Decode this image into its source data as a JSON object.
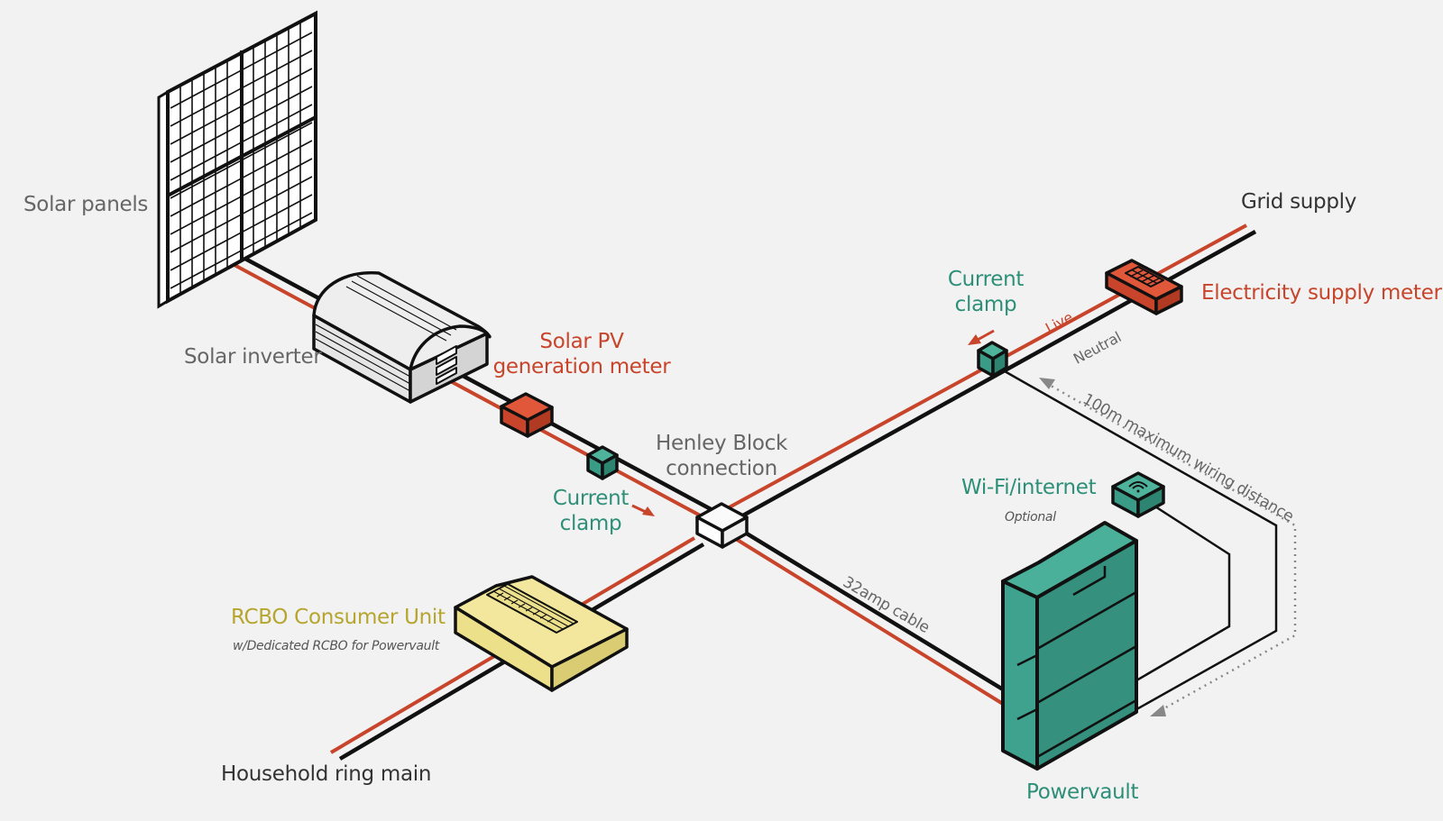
{
  "labels": {
    "solar_panels": "Solar panels",
    "solar_inverter": "Solar inverter",
    "solar_pv_meter_line1": "Solar PV",
    "solar_pv_meter_line2": "generation meter",
    "current_clamp_a_line1": "Current",
    "current_clamp_a_line2": "clamp",
    "henley_line1": "Henley Block",
    "henley_line2": "connection",
    "current_clamp_b_line1": "Current",
    "current_clamp_b_line2": "clamp",
    "grid_supply": "Grid supply",
    "electricity_meter": "Electricity supply meter",
    "live": "Live",
    "neutral": "Neutral",
    "max_distance": "100m maximum wiring distance",
    "wifi": "Wi-Fi/internet",
    "wifi_note": "Optional",
    "cable": "32amp cable",
    "rcbo": "RCBO Consumer Unit",
    "rcbo_note": "w/Dedicated RCBO for Powervault",
    "household": "Household ring main",
    "powervault": "Powervault"
  },
  "colors": {
    "background": "#f2f2f2",
    "live_wire": "#c8442a",
    "neutral_wire": "#111111",
    "meter": "#d9482b",
    "clamp": "#3a9c86",
    "powervault": "#3fa28f",
    "consumer_unit": "#ece08a",
    "inverter": "#e6e6e6"
  },
  "icons": [
    "solar-panel-icon",
    "inverter-icon",
    "meter-icon",
    "clamp-icon",
    "junction-box-icon",
    "wifi-icon",
    "battery-icon",
    "consumer-unit-icon"
  ]
}
